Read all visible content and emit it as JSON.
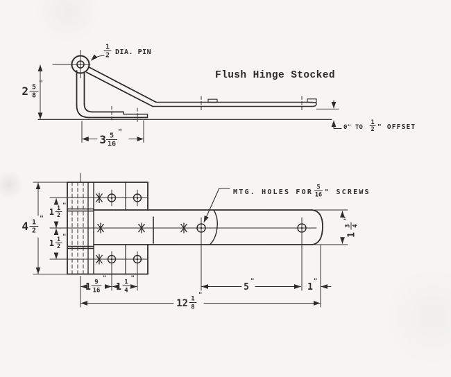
{
  "title": "Flush Hinge Stocked",
  "unit_mark": "\"",
  "colors": {
    "ink": "#2e2b28",
    "paper": "#f6f5f1"
  },
  "side_view": {
    "pin_label": {
      "frac_num": "1",
      "frac_den": "2",
      "text": "DIA. PIN"
    },
    "dim_height": {
      "whole": "2",
      "frac_num": "5",
      "frac_den": "8"
    },
    "dim_foot": {
      "whole": "3",
      "frac_num": "5",
      "frac_den": "16"
    },
    "offset": {
      "prefix": "0\" TO",
      "frac_num": "1",
      "frac_den": "2",
      "suffix": "\" OFFSET"
    }
  },
  "plan_view": {
    "mtg_label": {
      "prefix": "MTG. HOLES FOR",
      "frac_num": "5",
      "frac_den": "16",
      "suffix": "\" SCREWS"
    },
    "dim_plate_height": {
      "whole": "4",
      "frac_num": "1",
      "frac_den": "2"
    },
    "dim_row_gap_top": {
      "whole": "1",
      "frac_num": "1",
      "frac_den": "2"
    },
    "dim_row_gap_bottom": {
      "whole": "1",
      "frac_num": "1",
      "frac_den": "2"
    },
    "dim_strap_width": {
      "whole": "1",
      "frac_num": "3",
      "frac_den": "4"
    },
    "dim_pin_to_hole": {
      "whole": "1",
      "frac_num": "9",
      "frac_den": "16"
    },
    "dim_hole_spacing": {
      "whole": "1",
      "frac_num": "1",
      "frac_den": "4"
    },
    "dim_strap_holes": {
      "whole": "5"
    },
    "dim_end": {
      "whole": "1"
    },
    "dim_overall": {
      "whole": "12",
      "frac_num": "1",
      "frac_den": "8"
    }
  }
}
